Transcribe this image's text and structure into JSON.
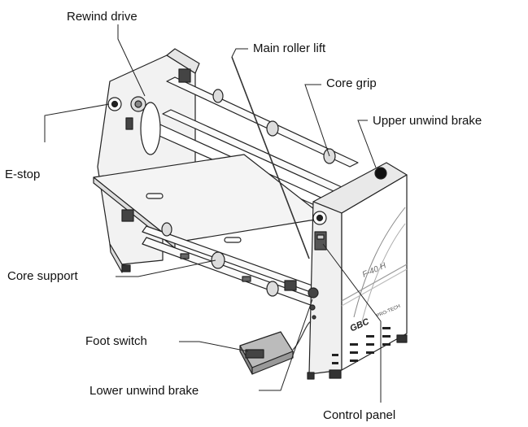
{
  "labels": {
    "rewind_drive": "Rewind drive",
    "main_roller_lift": "Main roller lift",
    "core_grip": "Core grip",
    "upper_unwind_brake": "Upper unwind brake",
    "e_stop": "E-stop",
    "core_support": "Core support",
    "foot_switch": "Foot switch",
    "lower_unwind_brake": "Lower unwind brake",
    "control_panel": "Control panel"
  },
  "machine": {
    "model_mark": "F-40 H",
    "brand_mark": "GBC",
    "brand_sub": "PRO-TECH"
  }
}
